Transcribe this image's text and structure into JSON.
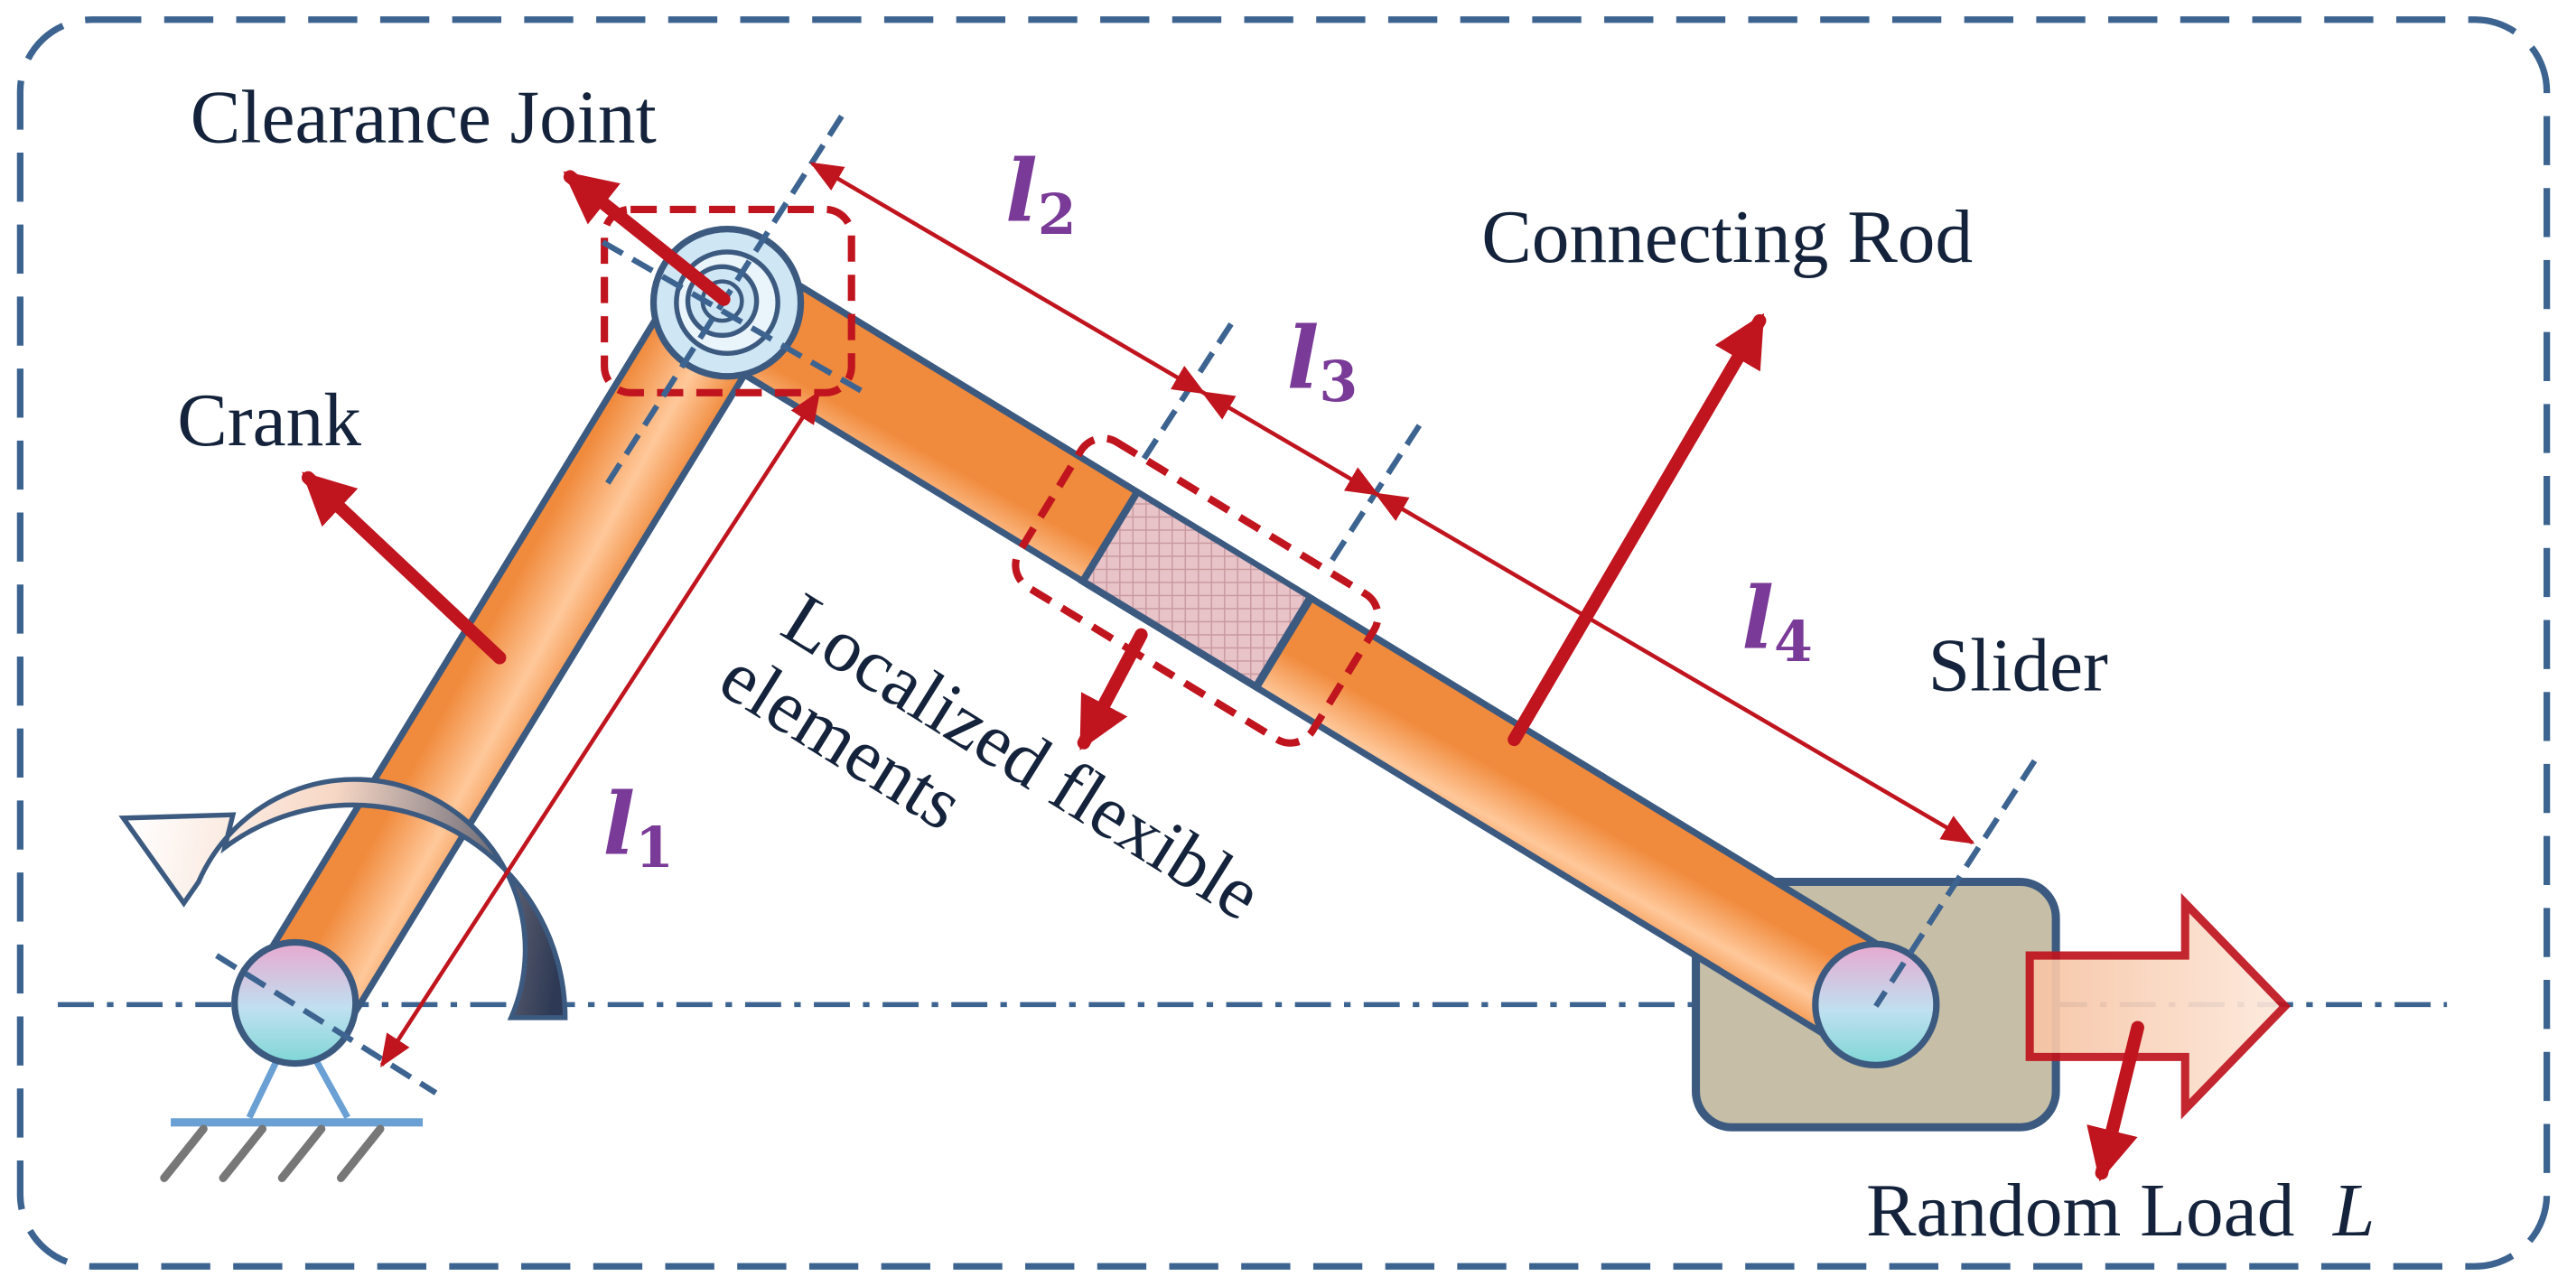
{
  "labels": {
    "clearance_joint": "Clearance Joint",
    "crank": "Crank",
    "connecting_rod": "Connecting Rod",
    "slider": "Slider",
    "localized_line1": "Localized flexible",
    "localized_line2": "elements",
    "random_load": "Random Load",
    "random_load_symbol": "L"
  },
  "dimensions": {
    "l1": {
      "base": "l",
      "sub": "1"
    },
    "l2": {
      "base": "l",
      "sub": "2"
    },
    "l3": {
      "base": "l",
      "sub": "3"
    },
    "l4": {
      "base": "l",
      "sub": "4"
    }
  },
  "colors": {
    "frame": "#3d6490",
    "link_outline": "#3c5a80",
    "link_orange": "#f08a3c",
    "link_orange_light": "#ffc89a",
    "arrow_red": "#c0141e",
    "dim_purple": "#7a3a98",
    "label_navy": "#14233b",
    "slider_fill": "#c6bea6",
    "joint_fill": "#cfe6f4"
  }
}
